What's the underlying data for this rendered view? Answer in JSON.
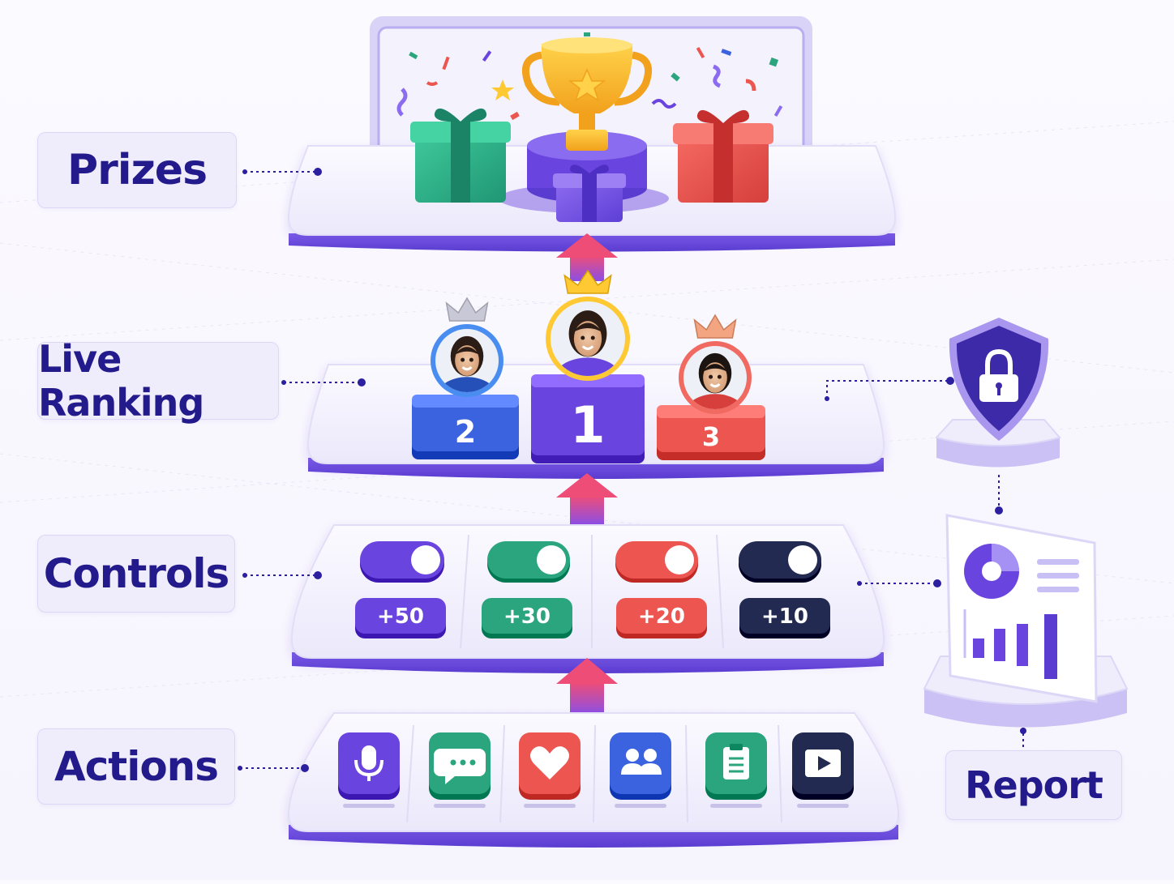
{
  "layers": {
    "prizes": {
      "label": "Prizes"
    },
    "ranking": {
      "label": "Live Ranking",
      "podium": [
        {
          "rank": "2",
          "color": "#3b63e0"
        },
        {
          "rank": "1",
          "color": "#6a44de"
        },
        {
          "rank": "3",
          "color": "#ec5550"
        }
      ]
    },
    "controls": {
      "label": "Controls",
      "items": [
        {
          "points": "+50",
          "color": "#6a44de"
        },
        {
          "points": "+30",
          "color": "#2aa57e"
        },
        {
          "points": "+20",
          "color": "#ec5550"
        },
        {
          "points": "+10",
          "color": "#232a52"
        }
      ]
    },
    "actions": {
      "label": "Actions",
      "items": [
        {
          "icon": "microphone-icon",
          "color": "#6a44de"
        },
        {
          "icon": "chat-bubble-icon",
          "color": "#2aa57e"
        },
        {
          "icon": "heart-icon",
          "color": "#ec5550"
        },
        {
          "icon": "users-group-icon",
          "color": "#3b63e0"
        },
        {
          "icon": "clipboard-icon",
          "color": "#2aa57e"
        },
        {
          "icon": "play-video-icon",
          "color": "#232a52"
        }
      ]
    }
  },
  "side": {
    "security": {
      "icon": "shield-lock-icon"
    },
    "report": {
      "label": "Report",
      "icon": "report-dashboard-icon"
    }
  },
  "colors": {
    "label_text": "#231a8c",
    "platform_top": "#f4f2fd",
    "platform_rim": "#6e4fe0",
    "arrow_top": "#ee4d78",
    "arrow_bottom": "#8b4fe6",
    "connector": "#2c1fa0"
  }
}
